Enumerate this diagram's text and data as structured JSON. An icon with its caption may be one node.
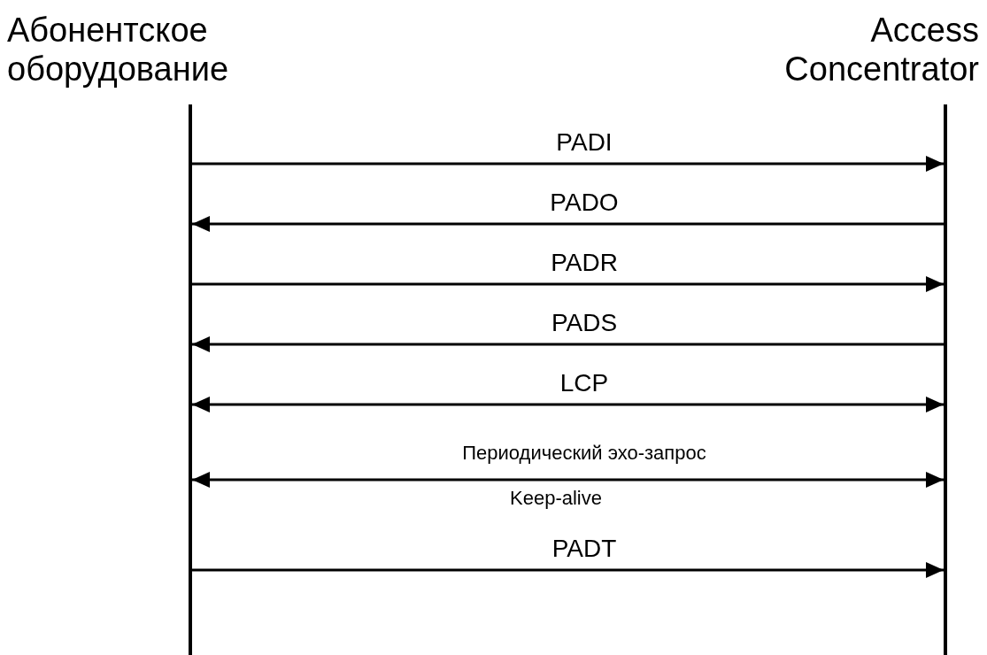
{
  "diagram": {
    "nodes": [
      {
        "text": [
          "Абонентское оборудование"
        ]
      },
      {
        "text": [
          "Access Concentrator"
        ]
      }
    ],
    "edges": [
      {
        "from": 0,
        "to": 1,
        "arrow": "to",
        "label": "PADI"
      },
      {
        "from": 1,
        "to": 0,
        "arrow": "to",
        "label": "PADO"
      },
      {
        "from": 0,
        "to": 1,
        "arrow": "to",
        "label": "PADR"
      },
      {
        "from": 1,
        "to": 0,
        "arrow": "to",
        "label": "PADS"
      },
      {
        "from": 0,
        "to": 1,
        "arrow": "both",
        "label": "LCP"
      },
      {
        "from": 0,
        "to": 1,
        "arrow": "both",
        "label": "Периодический эхо-запрос"
      },
      {
        "from": 0,
        "to": 1,
        "arrow": "to",
        "label": "PADT"
      }
    ],
    "labels": [
      "Keep-alive"
    ]
  }
}
